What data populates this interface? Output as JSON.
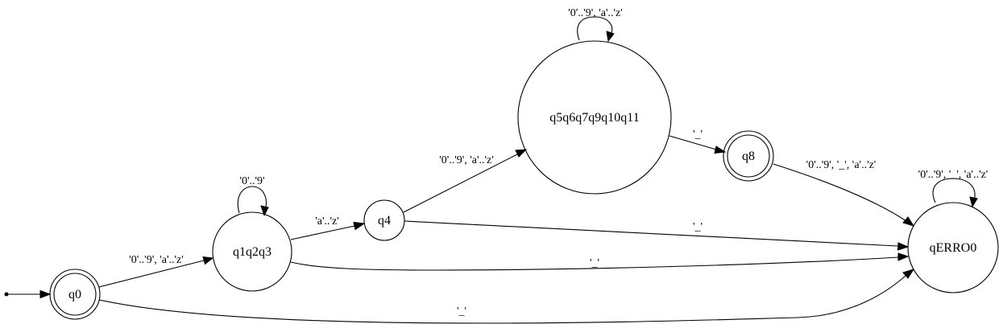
{
  "states": {
    "q0": "q0",
    "q1q2q3": "q1q2q3",
    "q4": "q4",
    "q5q6q7q9q10q11": "q5q6q7q9q10q11",
    "q8": "q8",
    "qERRO0": "qERRO0"
  },
  "edges": {
    "q0_q1q2q3": "'0'..'9', 'a'..'z'",
    "q0_qERRO0": "'_'",
    "q1q2q3_self": "'0'..'9'",
    "q1q2q3_q4": "'a'..'z'",
    "q1q2q3_qERRO0": "'_'",
    "q4_q5": "'0'..'9', 'a'..'z'",
    "q4_qERRO0": "'_'",
    "q5_self": "'0'..'9', 'a'..'z'",
    "q5_q8": "'_'",
    "q8_qERRO0": "'0'..'9', '_', 'a'..'z'",
    "qERRO0_self": "'0'..'9', '_', 'a'..'z'"
  },
  "accepting_states": [
    "q0",
    "q8"
  ],
  "initial_state": "q0"
}
